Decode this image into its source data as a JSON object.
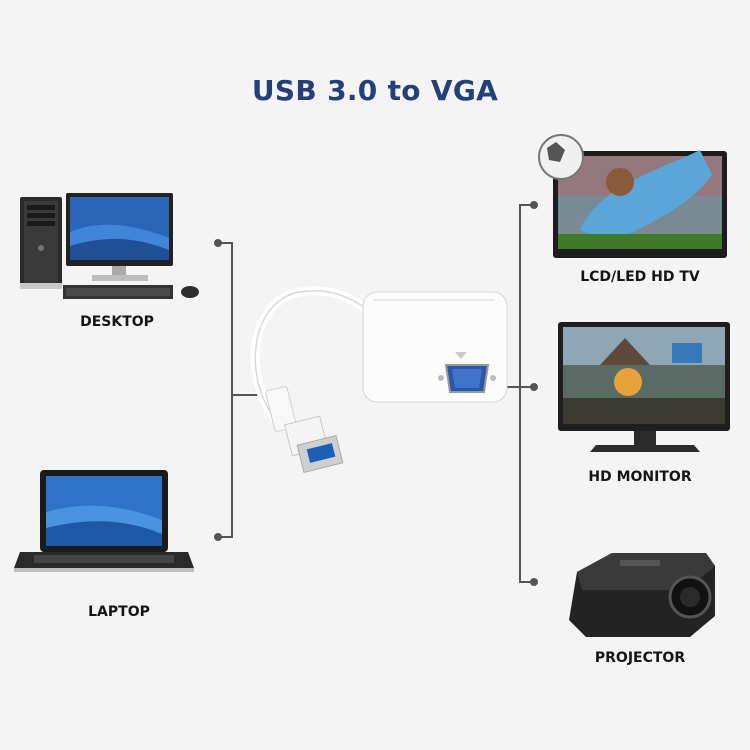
{
  "title": "USB 3.0 to VGA",
  "sources": [
    {
      "label": "DESKTOP",
      "icon": "desktop-computer-icon"
    },
    {
      "label": "LAPTOP",
      "icon": "laptop-icon"
    }
  ],
  "adapter": {
    "icon": "usb-vga-adapter-icon"
  },
  "outputs": [
    {
      "label": "LCD/LED HD TV",
      "icon": "tv-icon"
    },
    {
      "label": "HD MONITOR",
      "icon": "monitor-icon"
    },
    {
      "label": "PROJECTOR",
      "icon": "projector-icon"
    }
  ],
  "colors": {
    "title": "#24407a",
    "connector": "#555555",
    "usb_tip": "#1d5fb8"
  }
}
